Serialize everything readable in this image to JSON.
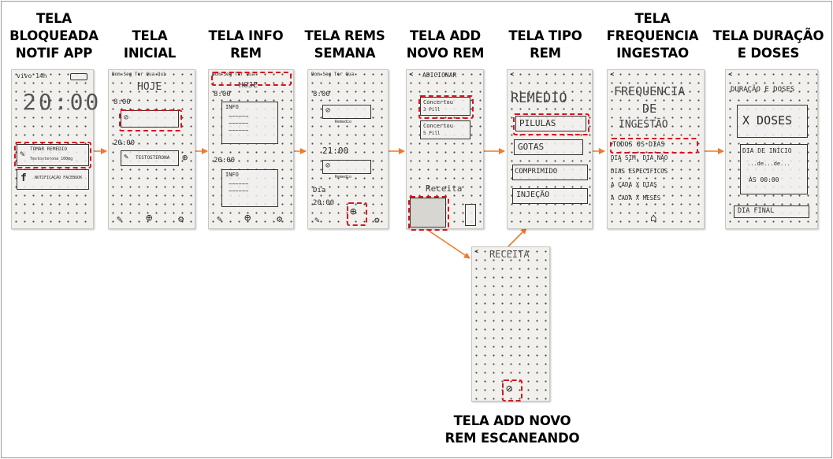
{
  "screens": [
    {
      "id": "bloqueada",
      "title_lines": [
        "TELA",
        "BLOQUEADA",
        "NOTIF APP"
      ],
      "sketch": {
        "status": "vivo 14h",
        "time": "20:00",
        "notif_title": "TOMAR REMEDIO",
        "notif_sub": "Testosterona 100mg",
        "fb_notif": "NOTIFICAÇÃO FACEBOOK"
      }
    },
    {
      "id": "inicial",
      "title_lines": [
        "TELA",
        "INICIAL"
      ],
      "sketch": {
        "header": "HOJE",
        "time1": "8:00",
        "time2": "20:00",
        "item": "TESTOSTERONA"
      }
    },
    {
      "id": "info",
      "title_lines": [
        "TELA INFO",
        "REM"
      ],
      "sketch": {
        "header": "HOJE",
        "time1": "8:00",
        "time2": "20:00",
        "info1": "INFO",
        "info2": "INFO"
      }
    },
    {
      "id": "semana",
      "title_lines": [
        "TELA REMS",
        "SEMANA"
      ],
      "sketch": {
        "time1": "8:00",
        "time2": "21:00",
        "dia": "Dia",
        "time3": "20:00",
        "lbl1": "Remedio",
        "lbl2": "Remedio"
      }
    },
    {
      "id": "addnovo",
      "title_lines": [
        "TELA ADD",
        "NOVO REM"
      ],
      "sketch": {
        "header": "ADICIONAR",
        "item1": "Concertou",
        "item1_sub": "3 Pill",
        "item2": "Concertou",
        "item2_sub": "5 Pill",
        "receita": "Receita"
      }
    },
    {
      "id": "tipo",
      "title_lines": [
        "TELA TIPO",
        "REM"
      ],
      "sketch": {
        "header": "REMEDIO",
        "opt1": "PILULAS",
        "opt2": "GOTAS",
        "opt3": "COMPRIMIDO",
        "opt4": "INJEÇÃO"
      }
    },
    {
      "id": "frequencia",
      "title_lines": [
        "TELA",
        "FREQUENCIA",
        "INGESTAO"
      ],
      "sketch": {
        "header1": "FREQUENCIA",
        "header2": "DE",
        "header3": "INGESTÃO",
        "opt1": "TODOS OS DIAS",
        "opt2": "DIA SIM, DIA NÃO",
        "opt3": "DIAS ESPECIFICOS",
        "opt4": "A CADA X DIAS",
        "opt5": "A CADA X MESES"
      }
    },
    {
      "id": "duracao",
      "title_lines": [
        "TELA DURAÇÃO",
        "E DOSES"
      ],
      "sketch": {
        "header": "DURAÇÃO E DOSES",
        "doses": "X DOSES",
        "dia_inicio": "DIA DE INÍCIO",
        "date": "...de...de...",
        "hora": "ÀS 00:00",
        "dia_final": "DIA FINAL"
      }
    },
    {
      "id": "escaneando",
      "title_lines": [
        "TELA ADD NOVO",
        "REM ESCANEANDO"
      ],
      "sketch": {
        "header": "RECEITA"
      }
    }
  ],
  "colors": {
    "arrow": "#ee7a30",
    "highlight": "#d8131e",
    "paper": "#f1f0ed"
  }
}
